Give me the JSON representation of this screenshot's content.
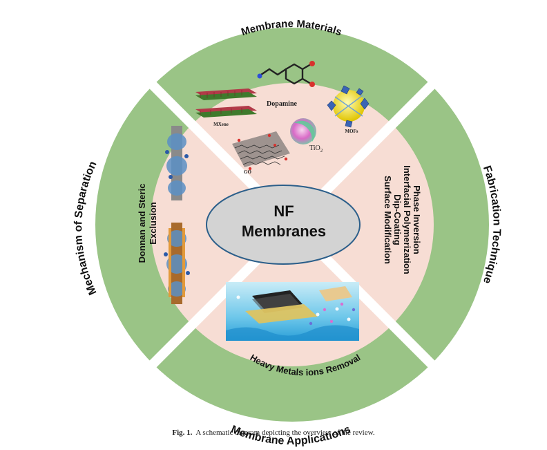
{
  "colors": {
    "outer_ring": "#9ac486",
    "inner_disc": "#f7ddd4",
    "ellipse_fill": "#d3d3d3",
    "ellipse_stroke": "#2c5f8a",
    "text": "#111111"
  },
  "center": {
    "line1": "NF",
    "line2": "Membranes"
  },
  "ring_labels": {
    "top": "Membrane Materials",
    "right": "Fabrication Technique",
    "bottom": "Membrane Applications",
    "left": "Mechanism of Separation"
  },
  "materials": {
    "dopamine": "Dopamine",
    "mxene": "MXene",
    "mofs": "MOFs",
    "tio2": "TiO",
    "tio2_sub": "2",
    "go": "GO"
  },
  "fabrication": {
    "items": [
      "Phase Inversion",
      "Interfacial Polymerization",
      "Dip-Coating",
      "Surface Modification"
    ]
  },
  "mechanism": {
    "line1": "Donnan and Steric",
    "line2": "Exclusion"
  },
  "application": {
    "label": "Heavy Metals ions Removal"
  },
  "caption": {
    "prefix": "Fig. 1.",
    "text": "A schematic diagram depicting the overview of the review."
  }
}
